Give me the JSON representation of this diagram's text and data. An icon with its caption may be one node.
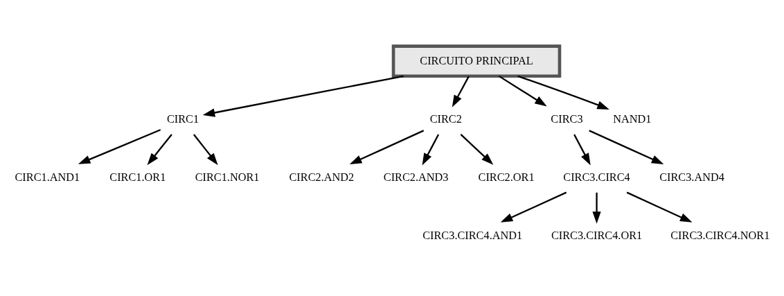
{
  "diagram": {
    "nodes": [
      {
        "text": [
          "CIRCUITO PRINCIPAL"
        ]
      },
      {
        "text": [
          "CIRC1"
        ]
      },
      {
        "text": [
          "CIRC2"
        ]
      },
      {
        "text": [
          "CIRC3"
        ]
      },
      {
        "text": [
          "NAND1"
        ]
      },
      {
        "text": [
          "CIRC1.AND1"
        ]
      },
      {
        "text": [
          "CIRC1.OR1"
        ]
      },
      {
        "text": [
          "CIRC1.NOR1"
        ]
      },
      {
        "text": [
          "CIRC2.AND2"
        ]
      },
      {
        "text": [
          "CIRC2.AND3"
        ]
      },
      {
        "text": [
          "CIRC2.OR1"
        ]
      },
      {
        "text": [
          "CIRC3.CIRC4"
        ]
      },
      {
        "text": [
          "CIRC3.AND4"
        ]
      },
      {
        "text": [
          "CIRC3.CIRC4.AND1"
        ]
      },
      {
        "text": [
          "CIRC3.CIRC4.OR1"
        ]
      },
      {
        "text": [
          "CIRC3.CIRC4.NOR1"
        ]
      }
    ],
    "edges": [
      {
        "from": 0,
        "to": 1,
        "arrow": "to"
      },
      {
        "from": 0,
        "to": 2,
        "arrow": "to"
      },
      {
        "from": 0,
        "to": 3,
        "arrow": "to"
      },
      {
        "from": 0,
        "to": 4,
        "arrow": "to"
      },
      {
        "from": 1,
        "to": 5,
        "arrow": "to"
      },
      {
        "from": 1,
        "to": 6,
        "arrow": "to"
      },
      {
        "from": 1,
        "to": 7,
        "arrow": "to"
      },
      {
        "from": 2,
        "to": 8,
        "arrow": "to"
      },
      {
        "from": 2,
        "to": 9,
        "arrow": "to"
      },
      {
        "from": 2,
        "to": 10,
        "arrow": "to"
      },
      {
        "from": 3,
        "to": 11,
        "arrow": "to"
      },
      {
        "from": 3,
        "to": 12,
        "arrow": "to"
      },
      {
        "from": 11,
        "to": 13,
        "arrow": "to"
      },
      {
        "from": 11,
        "to": 14,
        "arrow": "to"
      },
      {
        "from": 11,
        "to": 15,
        "arrow": "to"
      }
    ]
  }
}
